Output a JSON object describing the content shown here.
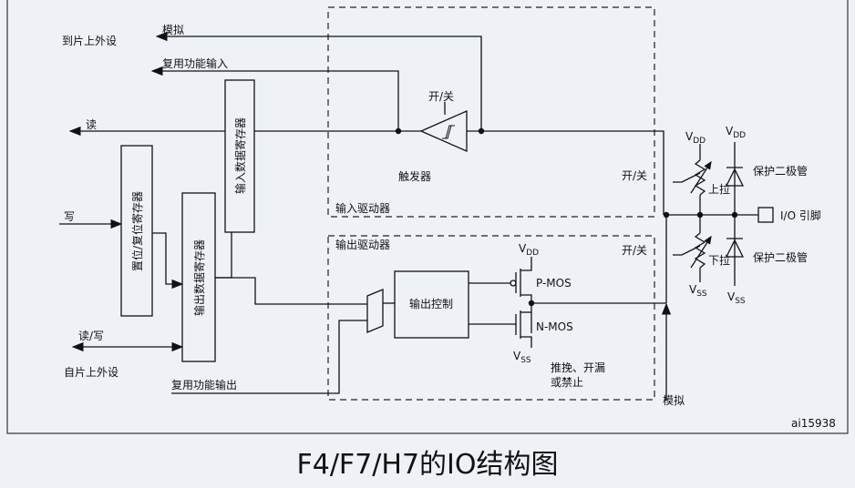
{
  "diagram": {
    "title": "F4/F7/H7的IO结构图",
    "figure_id": "ai15938",
    "labels": {
      "to_onchip": "到片上外设",
      "analog_top": "模拟",
      "alt_input": "复用功能输入",
      "switch_top": "开/关",
      "read": "读",
      "trigger": "触发器",
      "input_driver": "输入驱动器",
      "output_driver": "输出驱动器",
      "write": "写",
      "readwrite": "读/写",
      "from_onchip": "自片上外设",
      "alt_output": "复用功能输出",
      "output_control": "输出控制",
      "pmos": "P-MOS",
      "nmos": "N-MOS",
      "vdd": "V",
      "vdd_sub": "DD",
      "vss": "V",
      "vss_sub": "SS",
      "push_pull": "推挽、开漏",
      "or_disable": "或禁止",
      "analog_bottom": "模拟",
      "switch_pu": "开/关",
      "switch_pd": "开/关",
      "pull_up": "上拉",
      "pull_down": "下拉",
      "protect_diode_top": "保护二极管",
      "protect_diode_bottom": "保护二极管",
      "io_pin": "I/O 引脚"
    },
    "registers": {
      "input_data": "输入数据寄存器",
      "set_reset": "置位/复位寄存器",
      "output_data": "输出数据寄存器"
    }
  }
}
